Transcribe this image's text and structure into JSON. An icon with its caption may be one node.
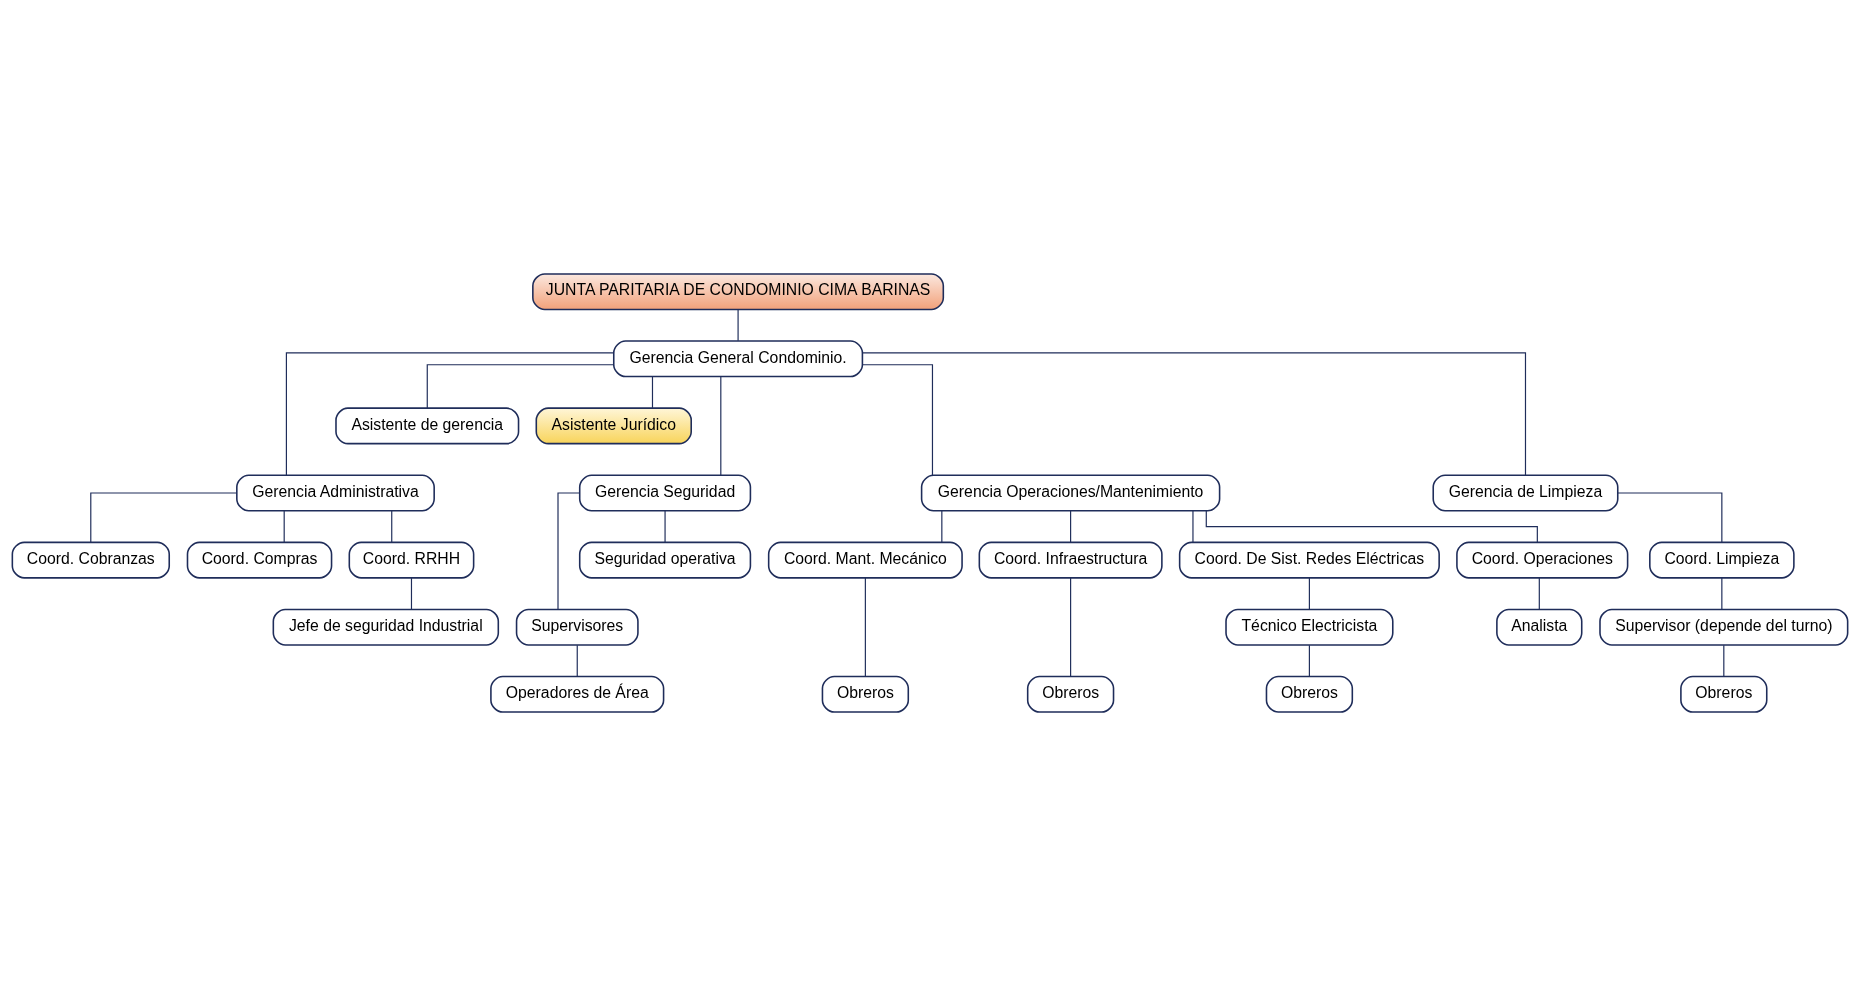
{
  "diagram": {
    "nodes": [
      {
        "text": [
          "JUNTA PARITARIA DE CONDOMINIO CIMA BARINAS"
        ]
      },
      {
        "text": [
          "Gerencia General Condominio."
        ]
      },
      {
        "text": [
          "Asistente de gerencia"
        ]
      },
      {
        "text": [
          "Asistente Jurídico"
        ]
      },
      {
        "text": [
          "Gerencia Administrativa"
        ]
      },
      {
        "text": [
          "Gerencia Seguridad"
        ]
      },
      {
        "text": [
          "Gerencia Operaciones/Mantenimiento"
        ]
      },
      {
        "text": [
          "Gerencia de Limpieza"
        ]
      },
      {
        "text": [
          "Coord. Cobranzas"
        ]
      },
      {
        "text": [
          "Coord. Compras"
        ]
      },
      {
        "text": [
          "Coord. RRHH"
        ]
      },
      {
        "text": [
          "Coord. Mant. Mecánico"
        ]
      },
      {
        "text": [
          "Coord. Infraestructura"
        ]
      },
      {
        "text": [
          "Coord. De Sist. Redes Eléctricas"
        ]
      },
      {
        "text": [
          "Coord. Operaciones"
        ]
      },
      {
        "text": [
          "Coord. Limpieza"
        ]
      },
      {
        "text": [
          "Jefe de seguridad Industrial"
        ]
      },
      {
        "text": [
          "Supervisores"
        ]
      },
      {
        "text": [
          "Seguridad operativa"
        ]
      },
      {
        "text": [
          "Técnico Electricista"
        ]
      },
      {
        "text": [
          "Analista"
        ]
      },
      {
        "text": [
          "Supervisor (depende del turno)"
        ]
      },
      {
        "text": [
          "Operadores de Área"
        ]
      },
      {
        "text": [
          "Obreros"
        ]
      },
      {
        "text": [
          "Obreros"
        ]
      },
      {
        "text": [
          "Obreros"
        ]
      },
      {
        "text": [
          "Obreros"
        ]
      }
    ],
    "edges": [
      {
        "from": 0,
        "to": 1,
        "arrow": "none"
      },
      {
        "from": 1,
        "to": 2,
        "arrow": "none"
      },
      {
        "from": 1,
        "to": 3,
        "arrow": "none"
      },
      {
        "from": 1,
        "to": 4,
        "arrow": "none"
      },
      {
        "from": 1,
        "to": 5,
        "arrow": "none"
      },
      {
        "from": 1,
        "to": 6,
        "arrow": "none"
      },
      {
        "from": 1,
        "to": 7,
        "arrow": "none"
      },
      {
        "from": 4,
        "to": 8,
        "arrow": "none"
      },
      {
        "from": 4,
        "to": 9,
        "arrow": "none"
      },
      {
        "from": 4,
        "to": 10,
        "arrow": "none"
      },
      {
        "from": 10,
        "to": 16,
        "arrow": "none"
      },
      {
        "from": 5,
        "to": 17,
        "arrow": "none"
      },
      {
        "from": 5,
        "to": 18,
        "arrow": "none"
      },
      {
        "from": 17,
        "to": 22,
        "arrow": "none"
      },
      {
        "from": 6,
        "to": 11,
        "arrow": "none"
      },
      {
        "from": 6,
        "to": 12,
        "arrow": "none"
      },
      {
        "from": 6,
        "to": 13,
        "arrow": "none"
      },
      {
        "from": 6,
        "to": 14,
        "arrow": "none"
      },
      {
        "from": 7,
        "to": 15,
        "arrow": "none"
      },
      {
        "from": 11,
        "to": 23,
        "arrow": "none"
      },
      {
        "from": 12,
        "to": 24,
        "arrow": "none"
      },
      {
        "from": 13,
        "to": 19,
        "arrow": "none"
      },
      {
        "from": 19,
        "to": 25,
        "arrow": "none"
      },
      {
        "from": 14,
        "to": 20,
        "arrow": "none"
      },
      {
        "from": 15,
        "to": 21,
        "arrow": "none"
      },
      {
        "from": 21,
        "to": 26,
        "arrow": "none"
      }
    ]
  }
}
